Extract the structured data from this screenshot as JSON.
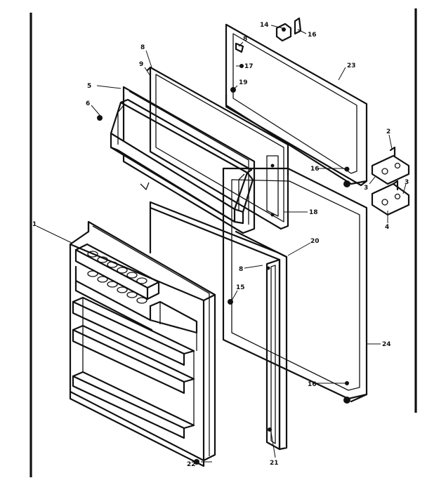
{
  "diagram": {
    "labels": {
      "l1": "1",
      "l2": "2",
      "l3a": "3",
      "l3b": "3",
      "l4": "4",
      "l5": "5",
      "l6": "6",
      "l8a": "8",
      "l8b": "8",
      "l8c": "8",
      "l9": "9",
      "l14": "14",
      "l15": "15",
      "l16a": "16",
      "l16b": "16",
      "l16c": "16",
      "l17": "17",
      "l18": "18",
      "l19": "19",
      "l20": "20",
      "l21": "21",
      "l22": "22",
      "l23": "23",
      "l24": "24"
    }
  }
}
